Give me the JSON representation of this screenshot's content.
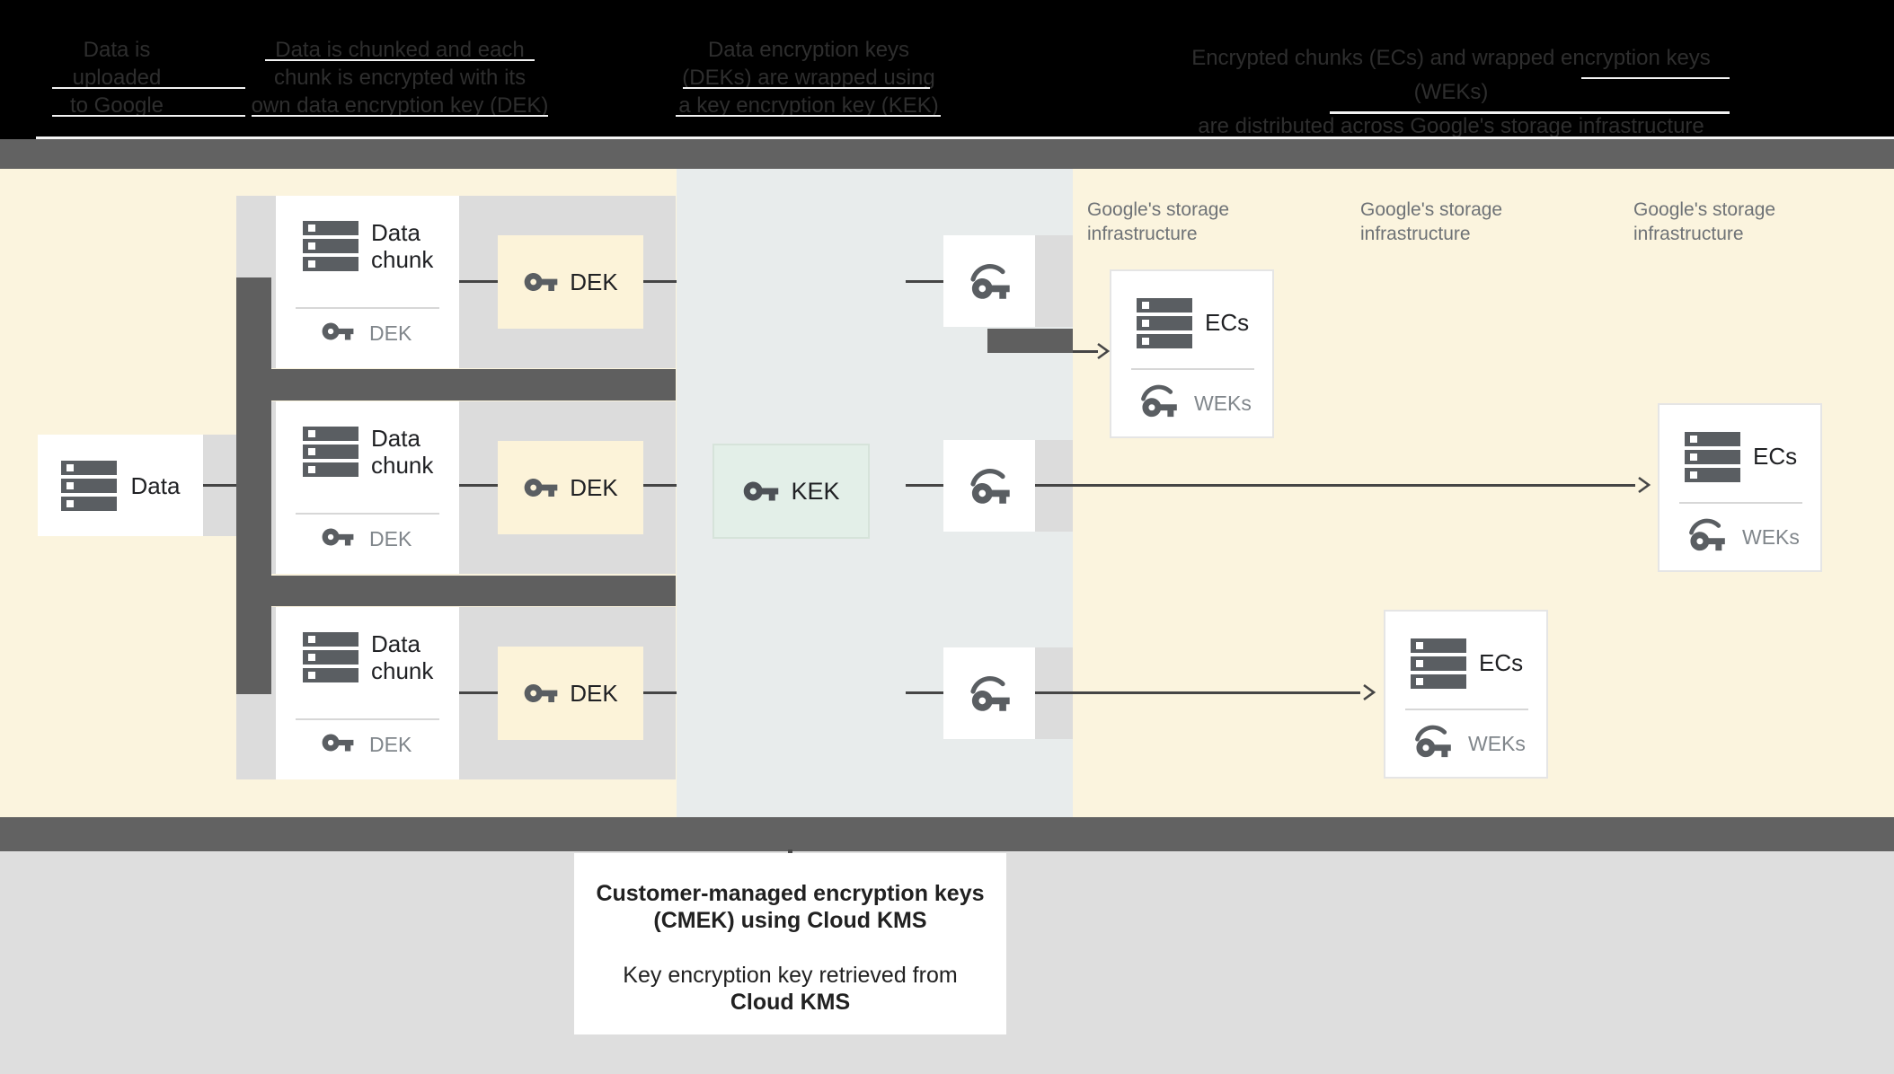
{
  "header": {
    "columns": [
      {
        "lines": [
          "Data is",
          "uploaded",
          "to Google"
        ]
      },
      {
        "lines": [
          "Data is chunked and each",
          "chunk is encrypted with its",
          "own data encryption key (DEK)"
        ]
      },
      {
        "lines": [
          "Data encryption keys",
          "(DEKs) are wrapped using",
          "a key encryption key (KEK)"
        ]
      },
      {
        "lines": [
          "Encrypted chunks (ECs) and wrapped encryption keys (WEKs)",
          "are distributed across Google's storage infrastructure"
        ]
      }
    ]
  },
  "diagram": {
    "data_label": "Data",
    "chunk_line1": "Data",
    "chunk_line2": "chunk",
    "dek": "DEK",
    "kek": "KEK",
    "ecs": "ECs",
    "weks": "WEKs",
    "storage_line1": "Google's storage",
    "storage_line2": "infrastructure"
  },
  "caption": {
    "title_line1": "Customer-managed encryption keys",
    "title_line2": "(CMEK) using Cloud KMS",
    "body_line1": "Key encryption key retrieved from",
    "body_line2": "Cloud KMS"
  },
  "colors": {
    "header_bg": "#000000",
    "header_text": "#2e2e2e",
    "band_gray": "#626262",
    "cream": "#fbf4de",
    "mid_bluegray": "#e8ecec",
    "row_band": "#dcdcdc",
    "connector_dark": "#5f5f5f",
    "line": "#454545",
    "dek_box": "#fcf3d9",
    "kek_box": "#e3efe8",
    "icon_gray": "#5a5e62",
    "text_dark": "#202124",
    "text_gray": "#80868b",
    "storage_label": "#6e7276",
    "bottom_gray": "#dedede"
  }
}
